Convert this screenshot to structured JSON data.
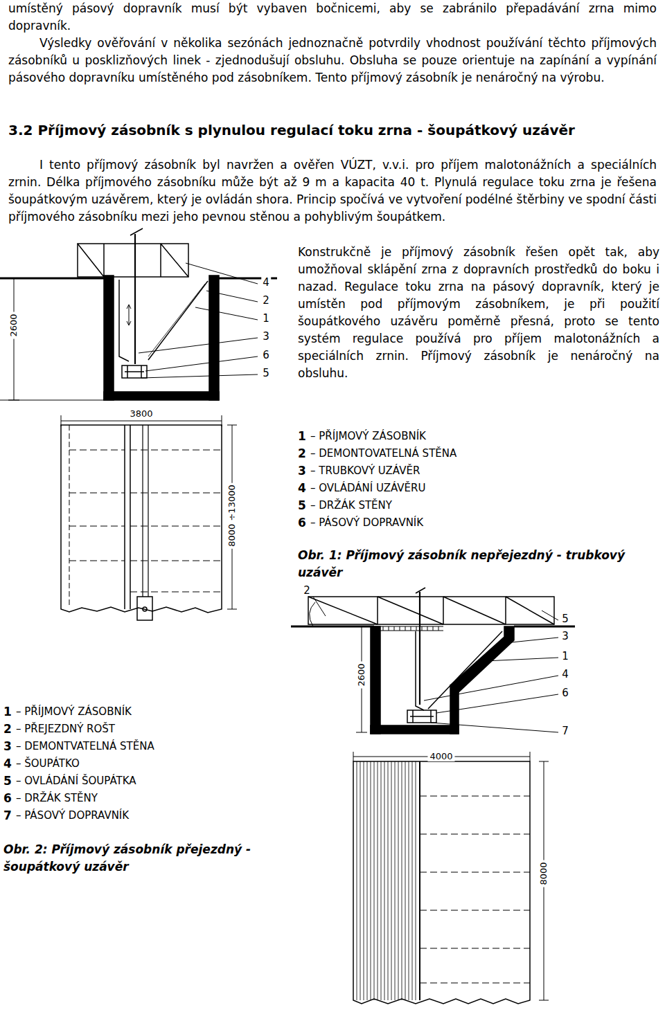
{
  "diagram": {
    "title": "3.2 Příjmový zásobník s plynulou regulací toku zrna - šoupátkový uzávěr",
    "labels": [
      "umístěný pásový dopravník musí být vybaven bočnicemi, aby se zabránilo přepadávání zrna mimo dopravník.",
      "Výsledky ověřování v několika sezónách jednoznačně potvrdily vhodnost používání těchto příjmových zásobníků u posklizňových linek - zjednodušují obsluhu. Obsluha se pouze orientuje na zapínání a vypínání pásového dopravníku umístěného pod zásobníkem. Tento příjmový zásobník je nenáročný na výrobu.",
      "I tento příjmový zásobník byl navržen a ověřen VÚZT, v.v.i. pro příjem malotonážních a speciálních zrnin. Délka příjmového zásobníku může být až 9 m a kapacita 40 t. Plynulá regulace toku zrna je řešena šoupátkovým uzávěrem, který je ovládán shora. Princip spočívá ve vytvoření podélné štěrbiny ve spodní části příjmového zásobníku mezi jeho pevnou stěnou a pohyblivým šoupátkem.",
      "4",
      "2",
      "1",
      "3",
      "6",
      "5",
      "2600",
      "Konstrukčně je příjmový zásobník řešen opět tak, aby umožňoval sklápění zrna z dopravních prostředků do boku i nazad. Regulace toku zrna na pásový dopravník, který je umístěn pod příjmovým zásobníkem, je při použití šoupátkového uzávěru poměrně přesná, proto se tento systém regulace používá pro příjem malotonážních a speciálních zrnin. Příjmový zásobník je nenáročný na obsluhu.",
      "3800",
      "8000 ÷13000",
      "1",
      "– PŘÍJMOVÝ ZÁSOBNÍK",
      "2",
      "– DEMONTOVATELNÁ STĚNA",
      "3",
      "– TRUBKOVÝ UZÁVĚR",
      "4",
      "– OVLÁDÁNÍ UZÁVĚRU",
      "5",
      "– DRŽÁK STĚNY",
      "6",
      "– PÁSOVÝ DOPRAVNÍK",
      "Obr. 1: Příjmový zásobník nepřejezdný - trubkový uzávěr",
      "2",
      "5",
      "3",
      "1",
      "4",
      "6",
      "7",
      "2600",
      "1",
      "– PŘÍJMOVÝ ZÁSOBNÍK",
      "2",
      "– PŘEJEZDNÝ ROŠT",
      "3",
      "– DEMONTVATELNÁ STĚNA",
      "4",
      "– ŠOUPÁTKO",
      "5",
      "– OVLÁDÁNÍ ŠOUPÁTKA",
      "6",
      "– DRŽÁK STĚNY",
      "7",
      "– PÁSOVÝ DOPRAVNÍK",
      "Obr. 2: Příjmový zásobník přejezdný - šoupátkový uzávěr",
      "4000",
      "8000"
    ]
  }
}
